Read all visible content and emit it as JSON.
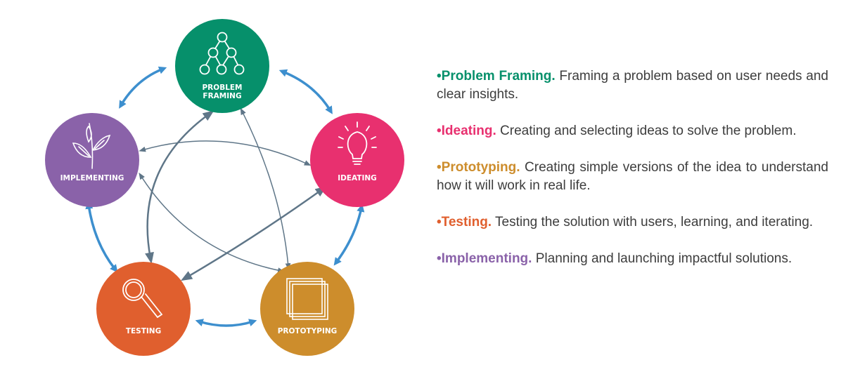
{
  "nodes": {
    "problem_framing": {
      "label_line1": "PROBLEM",
      "label_line2": "FRAMING",
      "color": "#06906b"
    },
    "ideating": {
      "label": "IDEATING",
      "color": "#e8306f"
    },
    "prototyping": {
      "label": "PROTOTYPING",
      "color": "#cd8d2c"
    },
    "testing": {
      "label": "TESTING",
      "color": "#e05f2e"
    },
    "implementing": {
      "label": "IMPLEMENTING",
      "color": "#8a62a9"
    }
  },
  "arrow_colors": {
    "outer": "#3d8fce",
    "inner": "#5f7688"
  },
  "legend": [
    {
      "bullet": "•",
      "term": "Problem Framing.",
      "text": " Framing a problem based on user needs and clear insights.",
      "color": "#06906b"
    },
    {
      "bullet": "•",
      "term": "Ideating.",
      "text": " Creating and selecting ideas to solve the problem.",
      "color": "#e8306f"
    },
    {
      "bullet": "•",
      "term": "Prototyping.",
      "text": " Creating simple versions of the idea to understand how it will work in real life.",
      "color": "#cd8d2c"
    },
    {
      "bullet": "•",
      "term": "Testing.",
      "text": " Testing the solution with users, learning, and iterating.",
      "color": "#e05f2e"
    },
    {
      "bullet": "•",
      "term": "Implementing.",
      "text": " Planning and launching impactful solutions.",
      "color": "#8a62a9"
    }
  ]
}
